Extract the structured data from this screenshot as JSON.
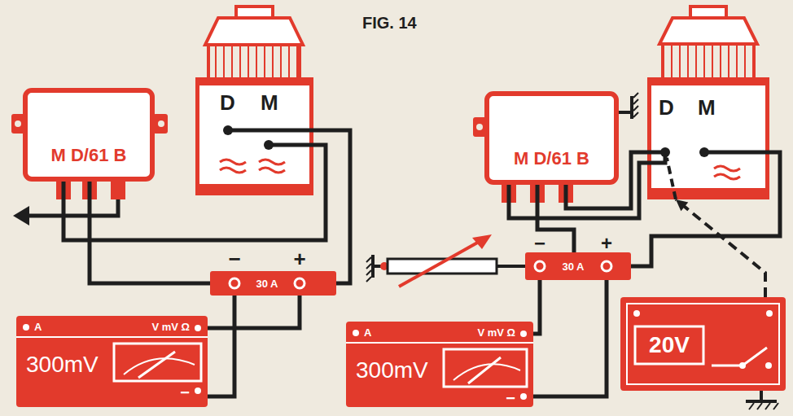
{
  "diagram": {
    "title": "FIG. 14",
    "nodes": [
      {
        "text": [
          "M D/61 B"
        ]
      },
      {
        "text": [
          "D",
          "M"
        ]
      },
      {
        "text": [
          "M D/61 B"
        ]
      },
      {
        "text": [
          "D",
          "M"
        ]
      },
      {
        "text": [
          "−",
          "30 A",
          "+"
        ]
      },
      {
        "text": [
          "−",
          "30 A",
          "+"
        ]
      },
      {
        "text": [
          "A",
          "V mV Ω",
          "300mV",
          "−"
        ]
      },
      {
        "text": [
          "A",
          "V mV Ω",
          "300mV",
          "−"
        ]
      },
      {
        "text": [
          "20V"
        ]
      }
    ],
    "edges": [
      {
        "from": 0,
        "to": 4,
        "arrow": "none"
      },
      {
        "from": 0,
        "to": 1,
        "arrow": "none"
      },
      {
        "from": 1,
        "to": 4,
        "arrow": "none"
      },
      {
        "from": 4,
        "to": 6,
        "arrow": "none"
      },
      {
        "from": 4,
        "to": 6,
        "arrow": "none"
      },
      {
        "from": 2,
        "to": 3,
        "arrow": "none"
      },
      {
        "from": 2,
        "to": 3,
        "arrow": "none"
      },
      {
        "from": 2,
        "to": 5,
        "arrow": "none"
      },
      {
        "from": 5,
        "to": 3,
        "arrow": "none"
      },
      {
        "from": 5,
        "to": 7,
        "arrow": "none"
      },
      {
        "from": 5,
        "to": 7,
        "arrow": "none"
      },
      {
        "from": 8,
        "to": 3,
        "arrow": "to"
      }
    ]
  }
}
